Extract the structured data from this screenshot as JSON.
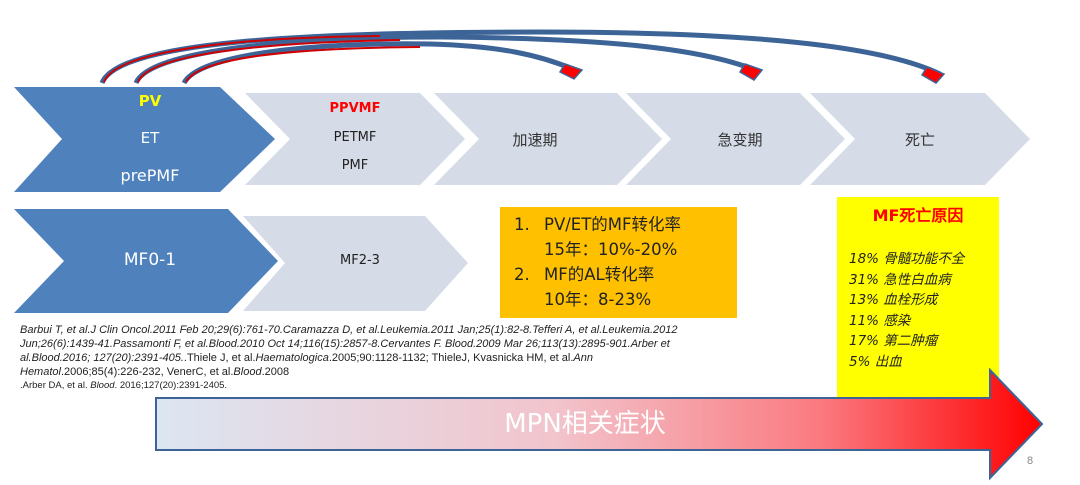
{
  "slide": {
    "page_number": "8"
  },
  "top_row": {
    "first_stage": {
      "lines": [
        "PV",
        "ET",
        "prePMF"
      ],
      "colors": [
        "#ffff00",
        "#ffffff",
        "#ffffff"
      ]
    },
    "second_stage": {
      "lines": [
        "PPVMF",
        "PETMF",
        "PMF"
      ],
      "colors": [
        "#ff0000",
        "#222222",
        "#222222"
      ]
    },
    "stages": [
      {
        "label": "加速期"
      },
      {
        "label": "急变期"
      },
      {
        "label": "死亡"
      }
    ]
  },
  "bottom_row": {
    "first_stage": {
      "label": "MF0-1"
    },
    "second_stage": {
      "label": "MF2-3"
    }
  },
  "rate_box": {
    "items": [
      {
        "num": "1.",
        "line1": "PV/ET的MF转化率",
        "line2": "15年：10%-20%"
      },
      {
        "num": "2.",
        "line1": "MF的AL转化率",
        "line2": "10年：8-23%"
      }
    ],
    "bg_color": "#ffc000"
  },
  "death_box": {
    "title": "MF死亡原因",
    "causes": [
      "18% 骨髓功能不全",
      "31% 急性白血病",
      "13% 血栓形成",
      "11% 感染",
      "17% 第二肿瘤",
      "5% 出血"
    ],
    "bg_color": "#ffff00"
  },
  "references": {
    "line1": "Barbui T, et al.J Clin Oncol.2011 Feb 20;29(6):761-70.Caramazza D, et al.Leukemia.2011 Jan;25(1):82-8.Tefferi A, et al.Leukemia.2012",
    "line2": "Jun;26(6):1439-41.Passamonti F, et al.Blood.2010 Oct 14;116(15):2857-8.Cervantes F. Blood.2009 Mar 26;113(13):2895-901.Arber et",
    "line3a": "al.Blood.2016; 127(20):2391-405.",
    "line3b": ".Thiele J, et al.",
    "line3c": "Haematologica",
    "line3d": ".2005;90:1128-1132; ThieleJ, Kvasnicka HM, et al.",
    "line3e": "Ann",
    "line4a": "Hematol",
    "line4b": ".2006;85(4):226-232, VenerC, et al.",
    "line4c": "Blood",
    "line4d": ".2008",
    "line5a": ".Arber DA, et al. ",
    "line5b": "Blood",
    "line5c": ". 2016;127(20):2391-2405."
  },
  "symptom_arrow": {
    "label": "MPN相关症状",
    "gradient_start": "#dce6f2",
    "gradient_mid": "#f2c4cc",
    "gradient_end": "#ff0000"
  },
  "colors": {
    "blue_chevron": "#4f81bd",
    "grey_chevron": "#d5dce8",
    "curve_stroke": "#3c6497",
    "curve_fill": "#e00000"
  }
}
